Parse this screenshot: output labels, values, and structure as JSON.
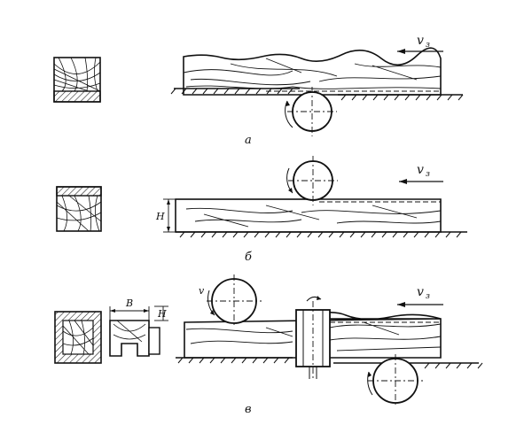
{
  "panels": [
    {
      "caption": "а",
      "feed_label": "v",
      "feed_sub": "з"
    },
    {
      "caption": "б",
      "feed_label": "v",
      "feed_sub": "з",
      "height_label": "H"
    },
    {
      "caption": "в",
      "feed_label": "v",
      "feed_sub": "з",
      "speed_label": "v",
      "width_label": "B",
      "height_label": "H"
    }
  ],
  "colors": {
    "ink": "#111111",
    "paper": "#ffffff"
  }
}
